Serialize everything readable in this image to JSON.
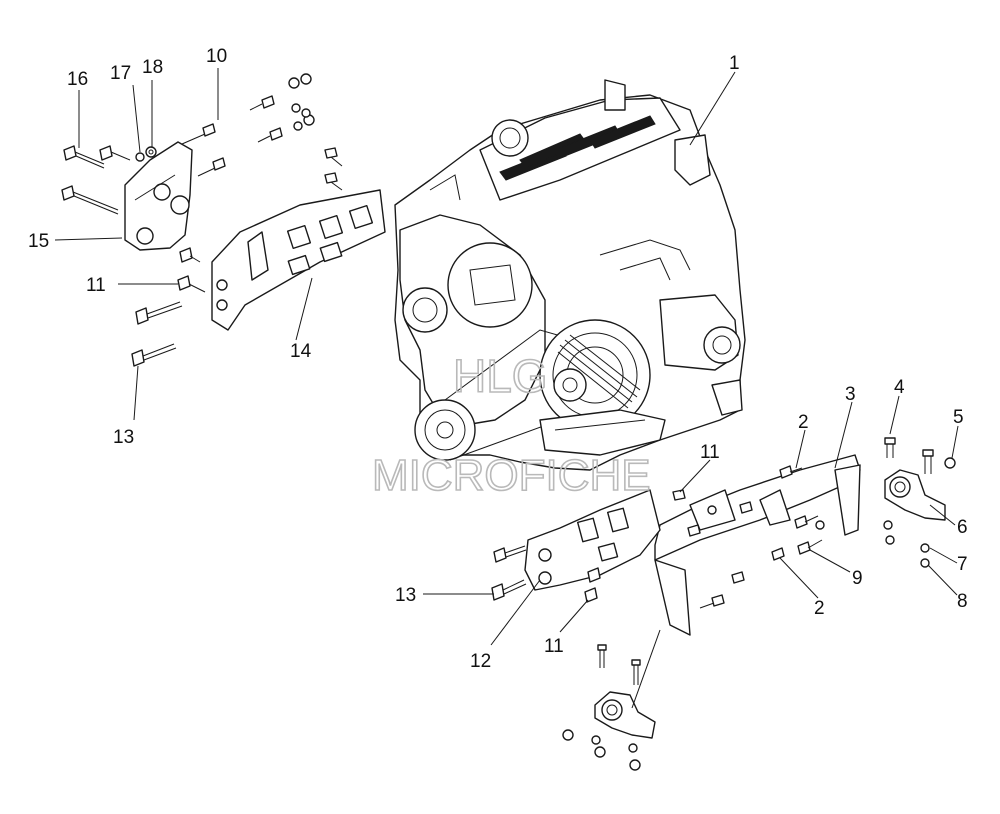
{
  "diagram": {
    "watermark_line1": "HLG",
    "watermark_line2": "MICROFICHE",
    "callouts": {
      "c1": "1",
      "c2a": "2",
      "c2b": "2",
      "c3": "3",
      "c4": "4",
      "c5": "5",
      "c6": "6",
      "c7": "7",
      "c8": "8",
      "c9": "9",
      "c10": "10",
      "c11a": "11",
      "c11b": "11",
      "c11c": "11",
      "c12": "12",
      "c13a": "13",
      "c13b": "13",
      "c14": "14",
      "c15": "15",
      "c16": "16",
      "c17": "17",
      "c18": "18"
    }
  }
}
